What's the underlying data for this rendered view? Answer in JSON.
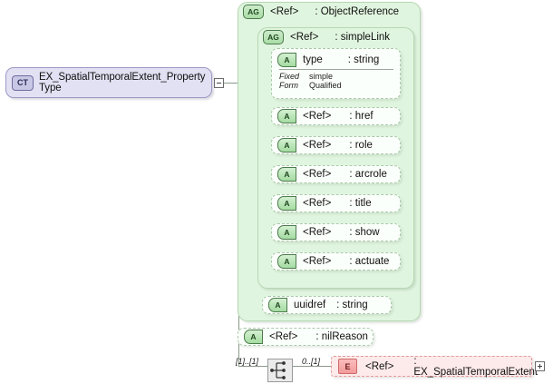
{
  "diagram": {
    "kind": "xsd-schema-diagram",
    "root": {
      "icon": "CT",
      "icon_name": "complex-type-icon",
      "label": "EX_SpatialTemporalExtent_Property Type",
      "label_line1": "EX_SpatialTemporalExtent_Property",
      "label_line2": "Type",
      "collapse_control": "−"
    },
    "groups": [
      {
        "id": "object-reference",
        "icon": "AG",
        "name": "<Ref>",
        "type": ": ObjectReference"
      },
      {
        "id": "simple-link",
        "icon": "AG",
        "name": "<Ref>",
        "type": ": simpleLink"
      }
    ],
    "attributes": [
      {
        "id": "type",
        "icon": "A",
        "name": "type",
        "type": ": string",
        "facets": [
          {
            "key": "Fixed",
            "value": "simple"
          },
          {
            "key": "Form",
            "value": "Qualified"
          }
        ]
      },
      {
        "id": "href",
        "icon": "A",
        "name": "<Ref>",
        "type": ": href"
      },
      {
        "id": "role",
        "icon": "A",
        "name": "<Ref>",
        "type": ": role"
      },
      {
        "id": "arcrole",
        "icon": "A",
        "name": "<Ref>",
        "type": ": arcrole"
      },
      {
        "id": "title",
        "icon": "A",
        "name": "<Ref>",
        "type": ": title"
      },
      {
        "id": "show",
        "icon": "A",
        "name": "<Ref>",
        "type": ": show"
      },
      {
        "id": "actuate",
        "icon": "A",
        "name": "<Ref>",
        "type": ": actuate"
      },
      {
        "id": "uuidref",
        "icon": "A",
        "name": "uuidref",
        "type": ": string"
      },
      {
        "id": "nilreason",
        "icon": "A",
        "name": "<Ref>",
        "type": ": nilReason"
      }
    ],
    "sequence": {
      "icon_name": "sequence-compositor-icon",
      "occurrence_left": "[1]..[1]",
      "occurrence_right": "0..[1]"
    },
    "element": {
      "icon": "E",
      "icon_name": "element-icon",
      "name": "<Ref>",
      "type": ": EX_SpatialTemporalExtent",
      "expand_control": "+"
    },
    "colors": {
      "complex_type_fill": "#e2e1f3",
      "complex_type_border": "#9c9ac4",
      "attribute_group_fill": "#e0f5df",
      "attribute_group_border": "#b4d8b2",
      "attribute_fill": "#fbfffb",
      "attribute_border": "#a9c9a8",
      "element_fill": "#fdeaea",
      "element_border": "#e59a9a",
      "connector": "#8a9a8a",
      "canvas": "#ffffff"
    }
  }
}
